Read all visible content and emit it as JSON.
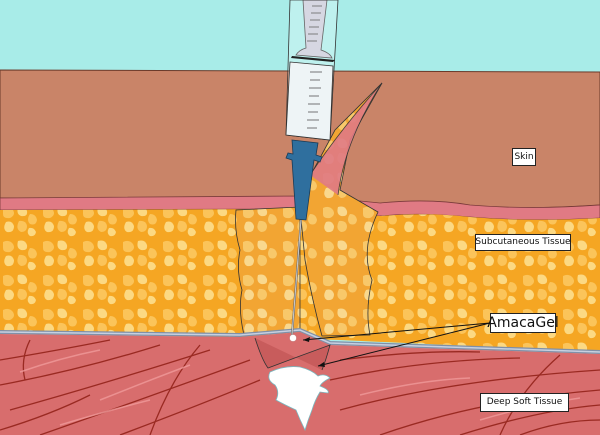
{
  "diagram": {
    "subject": "Syringe injecting gel through skin and subcutaneous tissue into deep soft tissue",
    "labels": {
      "skin": "Skin",
      "subcutaneous": "Subcutaneous Tissue",
      "gel": "AmacaGel",
      "deep": "Deep Soft Tissue"
    },
    "colors": {
      "background": "#a8ece8",
      "skin": "#c98468",
      "dermis": "#e07a84",
      "fat_base": "#f5a623",
      "fat_light": "#fbd27a",
      "fascia": "#9aa8c0",
      "muscle": "#d86d6d",
      "muscle_line": "#9a2a22",
      "syringe_hub": "#2f6f9e",
      "plunger": "#c8cad8",
      "gel": "#ffffff"
    }
  }
}
